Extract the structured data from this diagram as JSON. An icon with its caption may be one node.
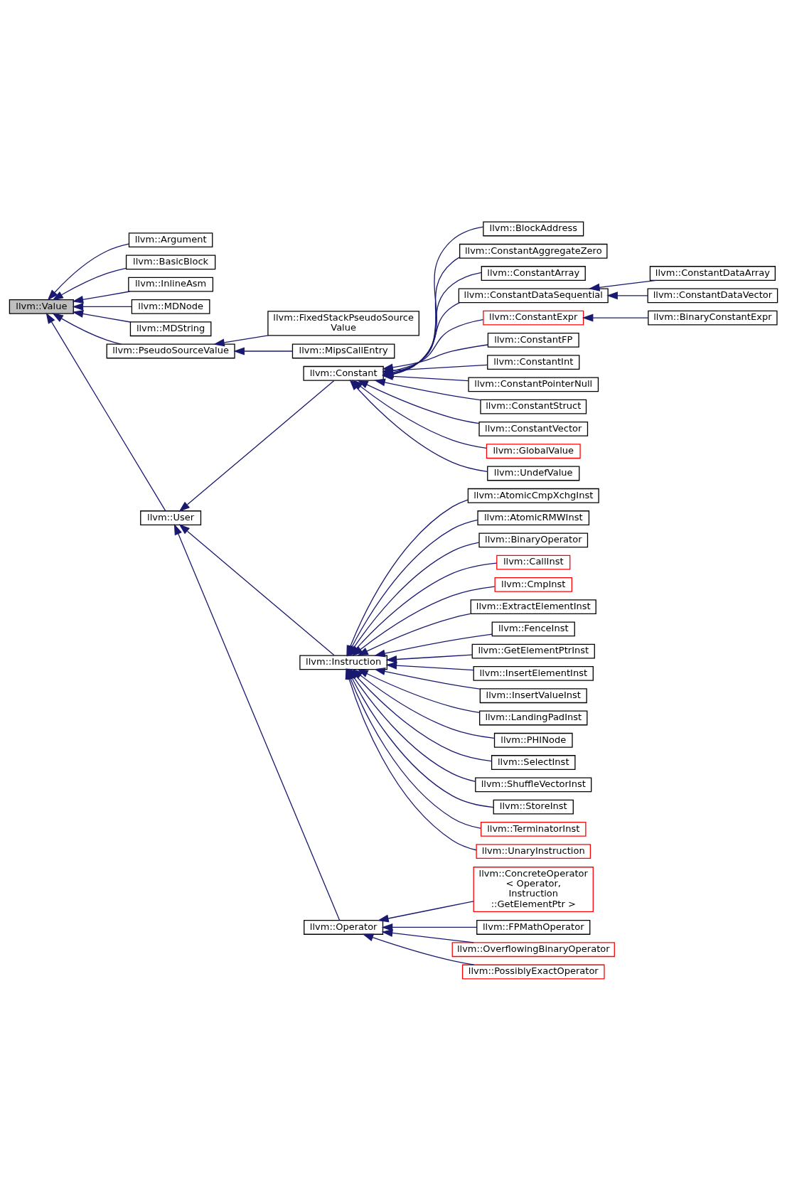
{
  "diagram": {
    "nodes": [
      {
        "text": [
          "llvm::Value"
        ]
      },
      {
        "text": [
          "llvm::Argument"
        ]
      },
      {
        "text": [
          "llvm::BasicBlock"
        ]
      },
      {
        "text": [
          "llvm::InlineAsm"
        ]
      },
      {
        "text": [
          "llvm::MDNode"
        ]
      },
      {
        "text": [
          "llvm::MDString"
        ]
      },
      {
        "text": [
          "llvm::PseudoSourceValue"
        ]
      },
      {
        "text": [
          "llvm::FixedStackPseudoSource Value"
        ]
      },
      {
        "text": [
          "llvm::MipsCallEntry"
        ]
      },
      {
        "text": [
          "llvm::User"
        ]
      },
      {
        "text": [
          "llvm::Constant"
        ]
      },
      {
        "text": [
          "llvm::BlockAddress"
        ]
      },
      {
        "text": [
          "llvm::ConstantAggregateZero"
        ]
      },
      {
        "text": [
          "llvm::ConstantArray"
        ]
      },
      {
        "text": [
          "llvm::ConstantDataSequential"
        ]
      },
      {
        "text": [
          "llvm::ConstantExpr"
        ]
      },
      {
        "text": [
          "llvm::ConstantFP"
        ]
      },
      {
        "text": [
          "llvm::ConstantInt"
        ]
      },
      {
        "text": [
          "llvm::ConstantPointerNull"
        ]
      },
      {
        "text": [
          "llvm::ConstantStruct"
        ]
      },
      {
        "text": [
          "llvm::ConstantVector"
        ]
      },
      {
        "text": [
          "llvm::GlobalValue"
        ]
      },
      {
        "text": [
          "llvm::UndefValue"
        ]
      },
      {
        "text": [
          "llvm::ConstantDataArray"
        ]
      },
      {
        "text": [
          "llvm::ConstantDataVector"
        ]
      },
      {
        "text": [
          "llvm::BinaryConstantExpr"
        ]
      },
      {
        "text": [
          "llvm::Instruction"
        ]
      },
      {
        "text": [
          "llvm::AtomicCmpXchgInst"
        ]
      },
      {
        "text": [
          "llvm::AtomicRMWInst"
        ]
      },
      {
        "text": [
          "llvm::BinaryOperator"
        ]
      },
      {
        "text": [
          "llvm::CallInst"
        ]
      },
      {
        "text": [
          "llvm::CmpInst"
        ]
      },
      {
        "text": [
          "llvm::ExtractElementInst"
        ]
      },
      {
        "text": [
          "llvm::FenceInst"
        ]
      },
      {
        "text": [
          "llvm::GetElementPtrInst"
        ]
      },
      {
        "text": [
          "llvm::InsertElementInst"
        ]
      },
      {
        "text": [
          "llvm::InsertValueInst"
        ]
      },
      {
        "text": [
          "llvm::LandingPadInst"
        ]
      },
      {
        "text": [
          "llvm::PHINode"
        ]
      },
      {
        "text": [
          "llvm::SelectInst"
        ]
      },
      {
        "text": [
          "llvm::ShuffleVectorInst"
        ]
      },
      {
        "text": [
          "llvm::StoreInst"
        ]
      },
      {
        "text": [
          "llvm::TerminatorInst"
        ]
      },
      {
        "text": [
          "llvm::UnaryInstruction"
        ]
      },
      {
        "text": [
          "llvm::Operator"
        ]
      },
      {
        "text": [
          "llvm::ConcreteOperator < Operator, Instruction ::GetElementPtr >"
        ]
      },
      {
        "text": [
          "llvm::FPMathOperator"
        ]
      },
      {
        "text": [
          "llvm::OverflowingBinaryOperator"
        ]
      },
      {
        "text": [
          "llvm::PossiblyExactOperator"
        ]
      }
    ],
    "edges": [
      {
        "from": 1,
        "to": 0,
        "arrow": "to"
      },
      {
        "from": 2,
        "to": 0,
        "arrow": "to"
      },
      {
        "from": 3,
        "to": 0,
        "arrow": "to"
      },
      {
        "from": 4,
        "to": 0,
        "arrow": "to"
      },
      {
        "from": 5,
        "to": 0,
        "arrow": "to"
      },
      {
        "from": 6,
        "to": 0,
        "arrow": "to"
      },
      {
        "from": 9,
        "to": 0,
        "arrow": "to"
      },
      {
        "from": 7,
        "to": 6,
        "arrow": "to"
      },
      {
        "from": 8,
        "to": 6,
        "arrow": "to"
      },
      {
        "from": 10,
        "to": 9,
        "arrow": "to"
      },
      {
        "from": 26,
        "to": 9,
        "arrow": "to"
      },
      {
        "from": 44,
        "to": 9,
        "arrow": "to"
      },
      {
        "from": 11,
        "to": 10,
        "arrow": "to"
      },
      {
        "from": 12,
        "to": 10,
        "arrow": "to"
      },
      {
        "from": 13,
        "to": 10,
        "arrow": "to"
      },
      {
        "from": 14,
        "to": 10,
        "arrow": "to"
      },
      {
        "from": 15,
        "to": 10,
        "arrow": "to"
      },
      {
        "from": 16,
        "to": 10,
        "arrow": "to"
      },
      {
        "from": 17,
        "to": 10,
        "arrow": "to"
      },
      {
        "from": 18,
        "to": 10,
        "arrow": "to"
      },
      {
        "from": 19,
        "to": 10,
        "arrow": "to"
      },
      {
        "from": 20,
        "to": 10,
        "arrow": "to"
      },
      {
        "from": 21,
        "to": 10,
        "arrow": "to"
      },
      {
        "from": 22,
        "to": 10,
        "arrow": "to"
      },
      {
        "from": 23,
        "to": 14,
        "arrow": "to"
      },
      {
        "from": 24,
        "to": 14,
        "arrow": "to"
      },
      {
        "from": 25,
        "to": 15,
        "arrow": "to"
      },
      {
        "from": 27,
        "to": 26,
        "arrow": "to"
      },
      {
        "from": 28,
        "to": 26,
        "arrow": "to"
      },
      {
        "from": 29,
        "to": 26,
        "arrow": "to"
      },
      {
        "from": 30,
        "to": 26,
        "arrow": "to"
      },
      {
        "from": 31,
        "to": 26,
        "arrow": "to"
      },
      {
        "from": 32,
        "to": 26,
        "arrow": "to"
      },
      {
        "from": 33,
        "to": 26,
        "arrow": "to"
      },
      {
        "from": 34,
        "to": 26,
        "arrow": "to"
      },
      {
        "from": 35,
        "to": 26,
        "arrow": "to"
      },
      {
        "from": 36,
        "to": 26,
        "arrow": "to"
      },
      {
        "from": 37,
        "to": 26,
        "arrow": "to"
      },
      {
        "from": 38,
        "to": 26,
        "arrow": "to"
      },
      {
        "from": 39,
        "to": 26,
        "arrow": "to"
      },
      {
        "from": 40,
        "to": 26,
        "arrow": "to"
      },
      {
        "from": 41,
        "to": 26,
        "arrow": "to"
      },
      {
        "from": 42,
        "to": 26,
        "arrow": "to"
      },
      {
        "from": 43,
        "to": 26,
        "arrow": "to"
      },
      {
        "from": 45,
        "to": 44,
        "arrow": "to"
      },
      {
        "from": 46,
        "to": 44,
        "arrow": "to"
      },
      {
        "from": 47,
        "to": 44,
        "arrow": "to"
      },
      {
        "from": 48,
        "to": 44,
        "arrow": "to"
      }
    ]
  }
}
